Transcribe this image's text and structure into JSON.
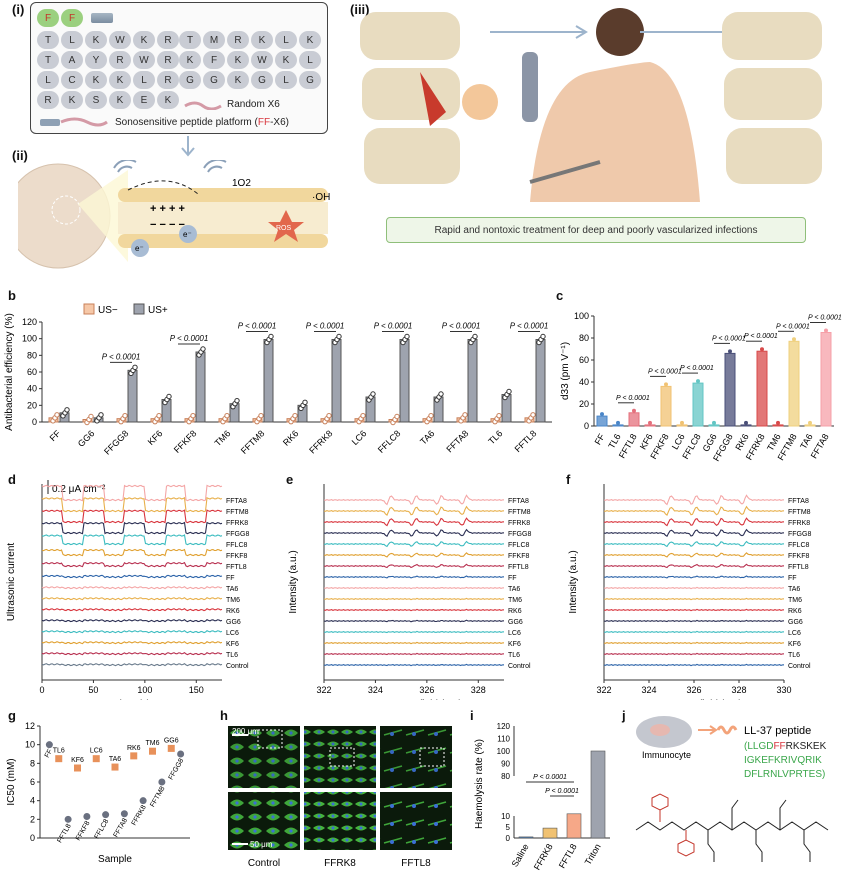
{
  "panel_labels": {
    "i": "(i)",
    "ii": "(ii)",
    "iii": "(iii)",
    "b": "b",
    "c": "c",
    "d": "d",
    "e": "e",
    "f": "f",
    "g": "g",
    "h": "h",
    "i2": "i",
    "j": "j"
  },
  "panel_i": {
    "ff": [
      "F",
      "F"
    ],
    "left_grid": [
      [
        "T",
        "L",
        "K",
        "W",
        "K",
        "R"
      ],
      [
        "T",
        "A",
        "Y",
        "R",
        "W",
        "R"
      ],
      [
        "L",
        "C",
        "K",
        "K",
        "L",
        "R"
      ],
      [
        "R",
        "K",
        "S",
        "K",
        "E",
        "K"
      ]
    ],
    "right_grid": [
      [
        "T",
        "M",
        "R",
        "K",
        "L",
        "K"
      ],
      [
        "K",
        "F",
        "K",
        "W",
        "K",
        "L"
      ],
      [
        "G",
        "G",
        "K",
        "G",
        "L",
        "G"
      ]
    ],
    "random_label": "Random X6",
    "platform_prefix": "Sonosensitive peptide platform (",
    "platform_ff": "FF",
    "platform_suffix": "-X6)"
  },
  "panel_ii": {
    "o2": "1O2",
    "oh": "·OH",
    "ros": "ROS",
    "e1": "e⁻",
    "e2": "e⁻"
  },
  "panel_iii": {
    "banner": "Rapid and nontoxic treatment for deep and poorly vascularized infections"
  },
  "chart_data": [
    {
      "id": "b",
      "type": "bar",
      "ylabel": "Antibacterial efficiency (%)",
      "ylim": [
        0,
        120
      ],
      "yticks": [
        0,
        20,
        40,
        60,
        80,
        100,
        120
      ],
      "legend": [
        "US−",
        "US+"
      ],
      "colors": {
        "us_minus": "#f6c8a8",
        "us_plus": "#9ea3ae"
      },
      "categories": [
        "FF",
        "GG6",
        "FFGG8",
        "KF6",
        "FFKF8",
        "TM6",
        "FFTM8",
        "RK6",
        "FFRK8",
        "LC6",
        "FFLC8",
        "TA6",
        "FFTA8",
        "TL6",
        "FFTL8"
      ],
      "series": [
        {
          "name": "US−",
          "values": [
            5,
            3,
            4,
            4,
            4,
            4,
            4,
            4,
            4,
            4,
            3,
            4,
            5,
            4,
            5
          ]
        },
        {
          "name": "US+",
          "values": [
            11,
            5,
            62,
            27,
            84,
            22,
            99,
            20,
            99,
            30,
            99,
            30,
            99,
            33,
            99
          ]
        }
      ],
      "annotations": [
        "P < 0.0001",
        "P < 0.0001",
        "P < 0.0001",
        "P < 0.0001",
        "P < 0.0001",
        "P < 0.0001",
        "P < 0.0001"
      ]
    },
    {
      "id": "c",
      "type": "bar",
      "ylabel": "d33 (pm V⁻¹)",
      "ylim": [
        0,
        100
      ],
      "yticks": [
        0,
        20,
        40,
        60,
        80,
        100
      ],
      "categories": [
        "FF",
        "TL6",
        "FFTL8",
        "KF6",
        "FFKF8",
        "LC6",
        "FFLC8",
        "GG6",
        "FFGG8",
        "RK6",
        "FFRK8",
        "TM6",
        "FFTM8",
        "TA6",
        "FFTA8"
      ],
      "values": [
        9,
        1,
        12,
        1,
        36,
        1,
        39,
        1,
        66,
        1,
        68,
        1,
        77,
        1,
        85
      ],
      "colors": [
        "#4a86c8",
        "#4a86c8",
        "#e4707c",
        "#e4707c",
        "#f1c272",
        "#f1c272",
        "#63c6c4",
        "#63c6c4",
        "#4a4f78",
        "#4a4f78",
        "#d84a4a",
        "#d84a4a",
        "#efd07e",
        "#efd07e",
        "#f6a0a8"
      ],
      "annotations": [
        "P < 0.0001",
        "P < 0.0001",
        "P < 0.0001",
        "P < 0.0001",
        "P < 0.0001",
        "P < 0.0001",
        "P < 0.0001"
      ]
    },
    {
      "id": "d",
      "type": "line",
      "xlabel": "Time (s)",
      "ylabel": "Ultrasonic current",
      "xlim": [
        0,
        175
      ],
      "xticks": [
        0,
        50,
        100,
        150
      ],
      "scale_label": "0.2 μA cm⁻²",
      "series": [
        {
          "name": "FFTA8",
          "amp": 1.0,
          "color": "#f4a6a6"
        },
        {
          "name": "FFTM8",
          "amp": 0.9,
          "color": "#e8b04c"
        },
        {
          "name": "FFRK8",
          "amp": 0.8,
          "color": "#d8343c"
        },
        {
          "name": "FFGG8",
          "amp": 0.7,
          "color": "#2a2e52"
        },
        {
          "name": "FFLC8",
          "amp": 0.6,
          "color": "#3cbcc0"
        },
        {
          "name": "FFKF8",
          "amp": 0.35,
          "color": "#e0a030"
        },
        {
          "name": "FFTL8",
          "amp": 0.2,
          "color": "#b83050"
        },
        {
          "name": "FF",
          "amp": 0.08,
          "color": "#2a62a8"
        },
        {
          "name": "TA6",
          "amp": 0.05,
          "color": "#f4a6a6"
        },
        {
          "name": "TM6",
          "amp": 0.05,
          "color": "#e8b04c"
        },
        {
          "name": "RK6",
          "amp": 0.05,
          "color": "#d8343c"
        },
        {
          "name": "GG6",
          "amp": 0.05,
          "color": "#2a2e52"
        },
        {
          "name": "LC6",
          "amp": 0.05,
          "color": "#3cbcc0"
        },
        {
          "name": "KF6",
          "amp": 0.05,
          "color": "#e0a030"
        },
        {
          "name": "TL6",
          "amp": 0.05,
          "color": "#b83050"
        },
        {
          "name": "Control",
          "amp": 0.05,
          "color": "#6a7b8c"
        }
      ]
    },
    {
      "id": "e",
      "type": "line",
      "xlabel": "Resonance field (mT)",
      "ylabel": "Intensity (a.u.)",
      "xlim": [
        322,
        329
      ],
      "xticks": [
        322,
        324,
        326,
        328
      ],
      "series": [
        {
          "name": "FFTA8",
          "amp": 1.0,
          "color": "#f4a6a6"
        },
        {
          "name": "FFTM8",
          "amp": 0.9,
          "color": "#e8b04c"
        },
        {
          "name": "FFRK8",
          "amp": 0.8,
          "color": "#d8343c"
        },
        {
          "name": "FFGG8",
          "amp": 0.7,
          "color": "#2a2e52"
        },
        {
          "name": "FFLC8",
          "amp": 0.5,
          "color": "#3cbcc0"
        },
        {
          "name": "FFKF8",
          "amp": 0.4,
          "color": "#e0a030"
        },
        {
          "name": "FFTL8",
          "amp": 0.3,
          "color": "#b83050"
        },
        {
          "name": "FF",
          "amp": 0.15,
          "color": "#2a62a8"
        },
        {
          "name": "TA6",
          "amp": 0.05,
          "color": "#f4a6a6"
        },
        {
          "name": "TM6",
          "amp": 0.05,
          "color": "#e8b04c"
        },
        {
          "name": "RK6",
          "amp": 0.05,
          "color": "#d8343c"
        },
        {
          "name": "GG6",
          "amp": 0.1,
          "color": "#2a2e52"
        },
        {
          "name": "LC6",
          "amp": 0.05,
          "color": "#3cbcc0"
        },
        {
          "name": "KF6",
          "amp": 0.05,
          "color": "#e0a030"
        },
        {
          "name": "TL6",
          "amp": 0.05,
          "color": "#b83050"
        },
        {
          "name": "Control",
          "amp": 0.05,
          "color": "#2a62a8"
        }
      ]
    },
    {
      "id": "f",
      "type": "line",
      "xlabel": "Resonance field (mT)",
      "ylabel": "Intensity (a.u.)",
      "xlim": [
        322,
        330
      ],
      "xticks": [
        322,
        324,
        326,
        328,
        330
      ],
      "series": [
        {
          "name": "FFTA8",
          "amp": 1.0,
          "color": "#f4a6a6"
        },
        {
          "name": "FFTM8",
          "amp": 0.9,
          "color": "#e8b04c"
        },
        {
          "name": "FFRK8",
          "amp": 0.8,
          "color": "#d8343c"
        },
        {
          "name": "FFGG8",
          "amp": 0.7,
          "color": "#2a2e52"
        },
        {
          "name": "FFLC8",
          "amp": 0.5,
          "color": "#3cbcc0"
        },
        {
          "name": "FFKF8",
          "amp": 0.4,
          "color": "#e0a030"
        },
        {
          "name": "FFTL8",
          "amp": 0.3,
          "color": "#b83050"
        },
        {
          "name": "FF",
          "amp": 0.15,
          "color": "#2a62a8"
        },
        {
          "name": "TA6",
          "amp": 0.05,
          "color": "#f4a6a6"
        },
        {
          "name": "TM6",
          "amp": 0.05,
          "color": "#e8b04c"
        },
        {
          "name": "RK6",
          "amp": 0.05,
          "color": "#d8343c"
        },
        {
          "name": "GG6",
          "amp": 0.05,
          "color": "#2a2e52"
        },
        {
          "name": "LC6",
          "amp": 0.05,
          "color": "#3cbcc0"
        },
        {
          "name": "KF6",
          "amp": 0.05,
          "color": "#e0a030"
        },
        {
          "name": "TL6",
          "amp": 0.05,
          "color": "#b83050"
        },
        {
          "name": "Control",
          "amp": 0.05,
          "color": "#2a62a8"
        }
      ]
    },
    {
      "id": "g",
      "type": "scatter",
      "xlabel": "Sample",
      "ylabel": "IC50 (mM)",
      "ylim": [
        0,
        12
      ],
      "yticks": [
        0,
        2,
        4,
        6,
        8,
        10,
        12
      ],
      "points": [
        {
          "label": "FF",
          "value": 10,
          "color": "#6a7080"
        },
        {
          "label": "TL6",
          "value": 8.5,
          "color": "#e8915a"
        },
        {
          "label": "FFTL8",
          "value": 2,
          "color": "#6a7080"
        },
        {
          "label": "KF6",
          "value": 7.5,
          "color": "#e8915a"
        },
        {
          "label": "FFKF8",
          "value": 2.3,
          "color": "#6a7080"
        },
        {
          "label": "LC6",
          "value": 8.5,
          "color": "#e8915a"
        },
        {
          "label": "FFLC8",
          "value": 2.5,
          "color": "#6a7080"
        },
        {
          "label": "TA6",
          "value": 7.6,
          "color": "#e8915a"
        },
        {
          "label": "FFTA8",
          "value": 2.6,
          "color": "#6a7080"
        },
        {
          "label": "RK6",
          "value": 8.8,
          "color": "#e8915a"
        },
        {
          "label": "FFRK8",
          "value": 4,
          "color": "#6a7080"
        },
        {
          "label": "TM6",
          "value": 9.3,
          "color": "#e8915a"
        },
        {
          "label": "FFTM8",
          "value": 6,
          "color": "#6a7080"
        },
        {
          "label": "GG6",
          "value": 9.6,
          "color": "#e8915a"
        },
        {
          "label": "FFGG8",
          "value": 9.0,
          "color": "#6a7080"
        }
      ]
    },
    {
      "id": "i",
      "type": "bar",
      "ylabel": "Haemolysis rate (%)",
      "yticks_low": [
        0,
        5,
        10
      ],
      "yticks_high": [
        80,
        90,
        100,
        110,
        120
      ],
      "categories": [
        "Saline",
        "FFRK8",
        "FFTL8",
        "Triton"
      ],
      "values": [
        0.5,
        4.5,
        11,
        100
      ],
      "colors": [
        "#4a86c8",
        "#f1c272",
        "#f6a888",
        "#9ea3ae"
      ],
      "annotations": [
        "P < 0.0001",
        "P < 0.0001"
      ]
    }
  ],
  "panel_h": {
    "scale_top": "200 μm",
    "scale_bottom": "50 μm",
    "labels": [
      "Control",
      "FFRK8",
      "FFTL8"
    ]
  },
  "panel_j": {
    "immunocyte": "Immunocyte",
    "title": "LL-37 peptide",
    "seq_l1_pre": "(LLGD",
    "seq_l1_ff": "FF",
    "seq_l1_post": "RKSKEK",
    "seq_l2": "IGKEFKRIVQRIK",
    "seq_l3": "DFLRNLVPRTES)"
  }
}
